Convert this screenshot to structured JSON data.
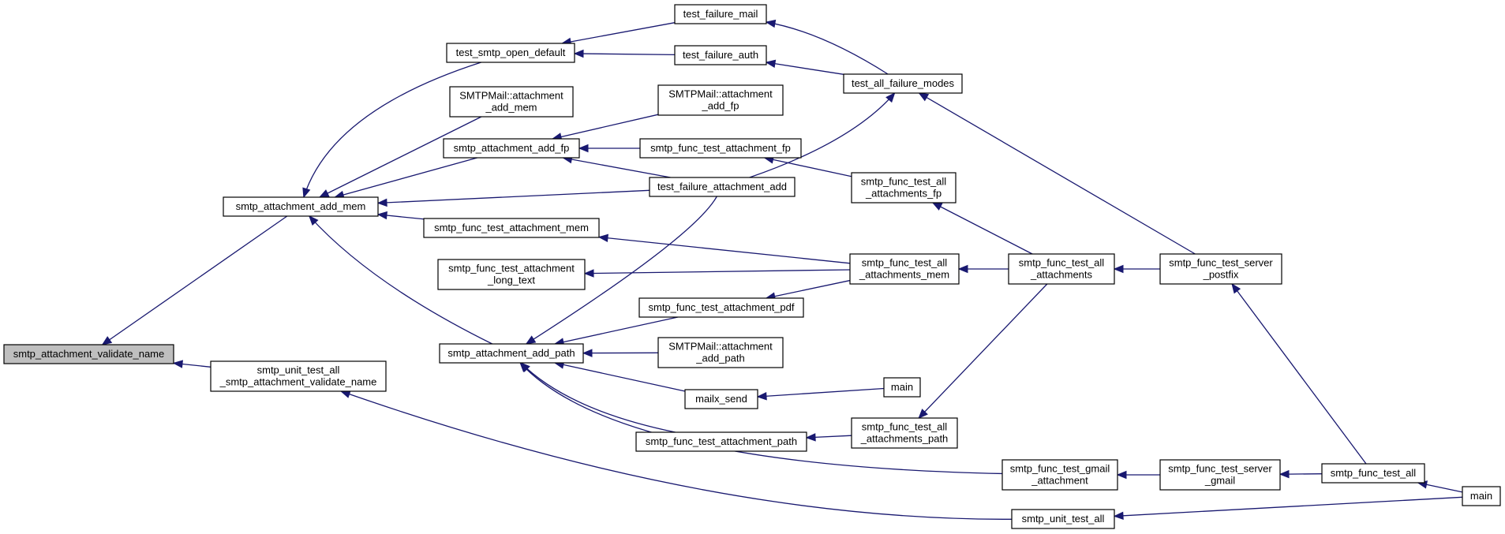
{
  "colors": {
    "edge": "#191970",
    "node_fill": "#ffffff",
    "root_fill": "#bfbfbf",
    "node_border": "#000000"
  },
  "nodes": [
    {
      "id": "root",
      "lines": [
        "smtp_attachment_validate_name"
      ]
    },
    {
      "id": "sam",
      "lines": [
        "smtp_attachment_add_mem"
      ]
    },
    {
      "id": "sutv",
      "lines": [
        "smtp_unit_test_all",
        "_smtp_attachment_validate_name"
      ]
    },
    {
      "id": "tsod",
      "lines": [
        "test_smtp_open_default"
      ]
    },
    {
      "id": "smam",
      "lines": [
        "SMTPMail::attachment",
        "_add_mem"
      ]
    },
    {
      "id": "safp",
      "lines": [
        "smtp_attachment_add_fp"
      ]
    },
    {
      "id": "sftam",
      "lines": [
        "smtp_func_test_attachment_mem"
      ]
    },
    {
      "id": "sftalt",
      "lines": [
        "smtp_func_test_attachment",
        "_long_text"
      ]
    },
    {
      "id": "sap",
      "lines": [
        "smtp_attachment_add_path"
      ]
    },
    {
      "id": "tfm",
      "lines": [
        "test_failure_mail"
      ]
    },
    {
      "id": "tfa",
      "lines": [
        "test_failure_auth"
      ]
    },
    {
      "id": "smafp",
      "lines": [
        "SMTPMail::attachment",
        "_add_fp"
      ]
    },
    {
      "id": "sftafp",
      "lines": [
        "smtp_func_test_attachment_fp"
      ]
    },
    {
      "id": "tfaa",
      "lines": [
        "test_failure_attachment_add"
      ]
    },
    {
      "id": "sftapdf",
      "lines": [
        "smtp_func_test_attachment_pdf"
      ]
    },
    {
      "id": "smapath",
      "lines": [
        "SMTPMail::attachment",
        "_add_path"
      ]
    },
    {
      "id": "mxs",
      "lines": [
        "mailx_send"
      ]
    },
    {
      "id": "sftap",
      "lines": [
        "smtp_func_test_attachment_path"
      ]
    },
    {
      "id": "tafm",
      "lines": [
        "test_all_failure_modes"
      ]
    },
    {
      "id": "sftaafp",
      "lines": [
        "smtp_func_test_all",
        "_attachments_fp"
      ]
    },
    {
      "id": "sftaam",
      "lines": [
        "smtp_func_test_all",
        "_attachments_mem"
      ]
    },
    {
      "id": "main1",
      "lines": [
        "main"
      ]
    },
    {
      "id": "sftaap",
      "lines": [
        "smtp_func_test_all",
        "_attachments_path"
      ]
    },
    {
      "id": "sftga",
      "lines": [
        "smtp_func_test_gmail",
        "_attachment"
      ]
    },
    {
      "id": "suta",
      "lines": [
        "smtp_unit_test_all"
      ]
    },
    {
      "id": "sftaa",
      "lines": [
        "smtp_func_test_all",
        "_attachments"
      ]
    },
    {
      "id": "sftsp",
      "lines": [
        "smtp_func_test_server",
        "_postfix"
      ]
    },
    {
      "id": "sftsg",
      "lines": [
        "smtp_func_test_server",
        "_gmail"
      ]
    },
    {
      "id": "sfta",
      "lines": [
        "smtp_func_test_all"
      ]
    },
    {
      "id": "main2",
      "lines": [
        "main"
      ]
    }
  ],
  "edges": [
    {
      "from": "sam",
      "to": "root"
    },
    {
      "from": "sutv",
      "to": "root"
    },
    {
      "from": "tsod",
      "to": "sam"
    },
    {
      "from": "smam",
      "to": "sam"
    },
    {
      "from": "safp",
      "to": "sam"
    },
    {
      "from": "tfaa",
      "to": "sam"
    },
    {
      "from": "sftam",
      "to": "sam"
    },
    {
      "from": "sap",
      "to": "sam"
    },
    {
      "from": "suta",
      "to": "sutv"
    },
    {
      "from": "tfm",
      "to": "tsod"
    },
    {
      "from": "tfa",
      "to": "tsod"
    },
    {
      "from": "smafp",
      "to": "safp"
    },
    {
      "from": "sftafp",
      "to": "safp"
    },
    {
      "from": "tfaa",
      "to": "safp"
    },
    {
      "from": "sftaam",
      "to": "sftam"
    },
    {
      "from": "sftaam",
      "to": "sftalt"
    },
    {
      "from": "tfaa",
      "to": "sap"
    },
    {
      "from": "sftapdf",
      "to": "sap"
    },
    {
      "from": "smapath",
      "to": "sap"
    },
    {
      "from": "mxs",
      "to": "sap"
    },
    {
      "from": "sftap",
      "to": "sap"
    },
    {
      "from": "sftga",
      "to": "sap"
    },
    {
      "from": "tafm",
      "to": "tfm"
    },
    {
      "from": "tafm",
      "to": "tfa"
    },
    {
      "from": "sftaafp",
      "to": "sftafp"
    },
    {
      "from": "tfaa",
      "to": "tafm"
    },
    {
      "from": "sftaam",
      "to": "sftapdf"
    },
    {
      "from": "main1",
      "to": "mxs"
    },
    {
      "from": "sftaap",
      "to": "sftap"
    },
    {
      "from": "sftaa",
      "to": "sftaafp"
    },
    {
      "from": "sftaa",
      "to": "sftaam"
    },
    {
      "from": "sftaa",
      "to": "sftaap"
    },
    {
      "from": "sftsg",
      "to": "sftga"
    },
    {
      "from": "main2",
      "to": "suta"
    },
    {
      "from": "sftsp",
      "to": "sftaa"
    },
    {
      "from": "sftsp",
      "to": "tafm"
    },
    {
      "from": "sfta",
      "to": "sftsg"
    },
    {
      "from": "sfta",
      "to": "sftsp"
    },
    {
      "from": "main2",
      "to": "sfta"
    }
  ]
}
